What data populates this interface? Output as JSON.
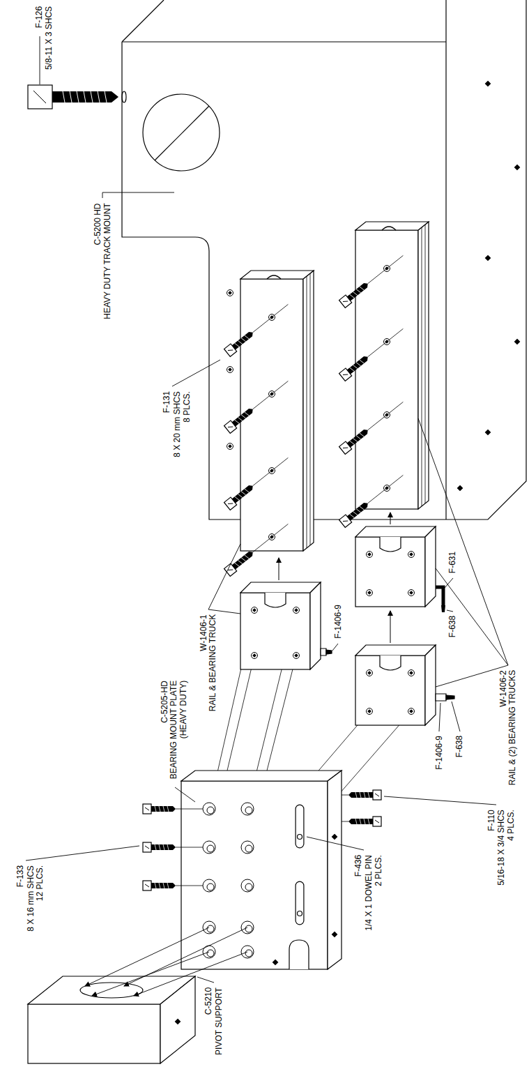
{
  "diagram": {
    "labels": [
      "F-126",
      "5/8-11 X 3 SHCS",
      "C-5200 HD",
      "HEAVY DUTY TRACK MOUNT",
      "F-131",
      "8 X 20 mm SHCS",
      "8 PLCS.",
      "W-1406-1",
      "RAIL & BEARING TRUCK",
      "W-1406-2",
      "RAIL & (2) BEARING TRUCKS",
      "F-1406-9",
      "F-631",
      "F-638",
      "F-638",
      "F-1406-9",
      "C-5205-HD",
      "BEARING MOUNT PLATE",
      "(HEAVY DUTY)",
      "F-133",
      "8 X 16 mm SHCS",
      "12 PLCS.",
      "F-436",
      "1/4 X 1 DOWEL PIN",
      "2 PLCS.",
      "F-110",
      "5/16-18 X 3/4 SHCS",
      "4 PLCS.",
      "C-5210",
      "PIVOT SUPPORT"
    ]
  }
}
